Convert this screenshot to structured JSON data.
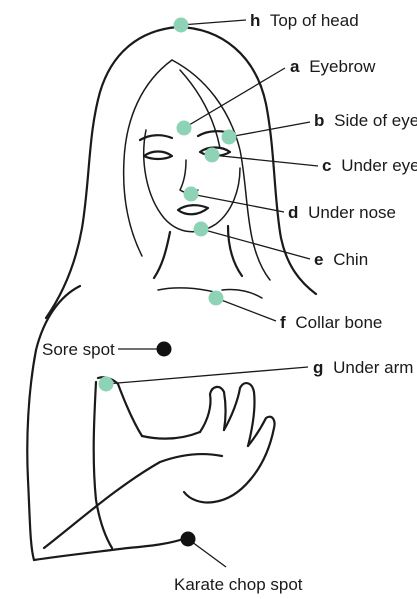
{
  "colors": {
    "tapping_point": "#8fd3b6",
    "sore_spot": "#111111",
    "line": "#1a1a1a",
    "background": "#ffffff"
  },
  "points": [
    {
      "id": "h",
      "letter": "h",
      "label": "Top of head"
    },
    {
      "id": "a",
      "letter": "a",
      "label": "Eyebrow"
    },
    {
      "id": "b",
      "letter": "b",
      "label": "Side of eye"
    },
    {
      "id": "c",
      "letter": "c",
      "label": "Under eye"
    },
    {
      "id": "d",
      "letter": "d",
      "label": "Under nose"
    },
    {
      "id": "e",
      "letter": "e",
      "label": "Chin"
    },
    {
      "id": "f",
      "letter": "f",
      "label": "Collar bone"
    },
    {
      "id": "g",
      "letter": "g",
      "label": "Under arm"
    }
  ],
  "other_points": [
    {
      "id": "sore",
      "label": "Sore spot"
    },
    {
      "id": "karate",
      "label": "Karate chop spot"
    }
  ]
}
